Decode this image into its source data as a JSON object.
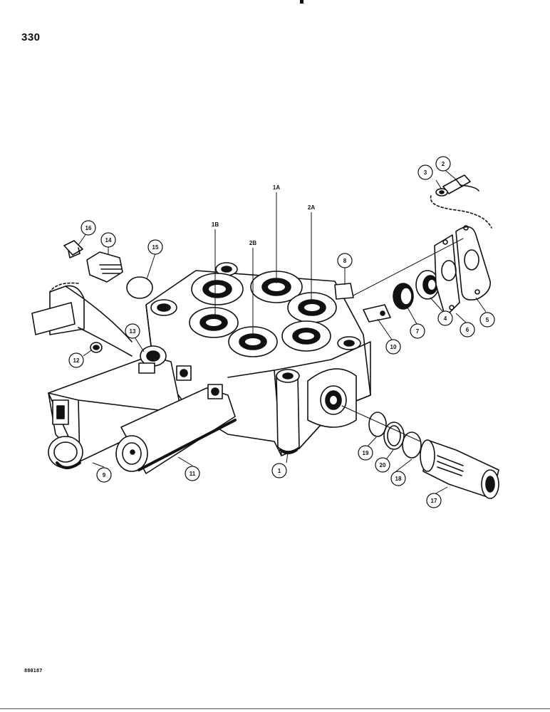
{
  "page": {
    "number": "330",
    "figure_ref": "880187"
  },
  "port_labels": {
    "p1a": "1A",
    "p2a": "2A",
    "p1b": "1B",
    "p2b": "2B"
  },
  "callouts": {
    "c1": "1",
    "c2": "2",
    "c3": "3",
    "c4": "4",
    "c5": "5",
    "c6": "6",
    "c7": "7",
    "c8": "8",
    "c9": "9",
    "c10": "10",
    "c11": "11",
    "c12": "12",
    "c13": "13",
    "c14": "14",
    "c15": "15",
    "c16": "16",
    "c17": "17",
    "c18": "18",
    "c19": "19",
    "c20": "20"
  }
}
